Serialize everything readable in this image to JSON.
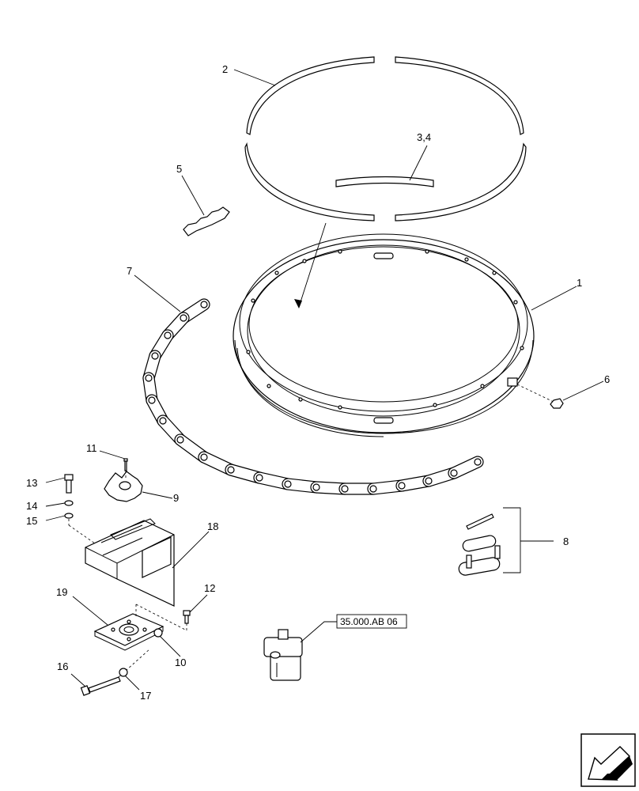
{
  "callouts": {
    "c1": "1",
    "c2": "2",
    "c3_4": "3,4",
    "c5": "5",
    "c6": "6",
    "c7": "7",
    "c8": "8",
    "c9": "9",
    "c10": "10",
    "c11": "11",
    "c12": "12",
    "c13": "13",
    "c14": "14",
    "c15": "15",
    "c16": "16",
    "c17": "17",
    "c18": "18",
    "c19": "19"
  },
  "reference_label": "35.000.AB 06",
  "icons": {
    "navigation": "back-arrow-icon"
  },
  "colors": {
    "line": "#000000",
    "background": "#ffffff"
  }
}
